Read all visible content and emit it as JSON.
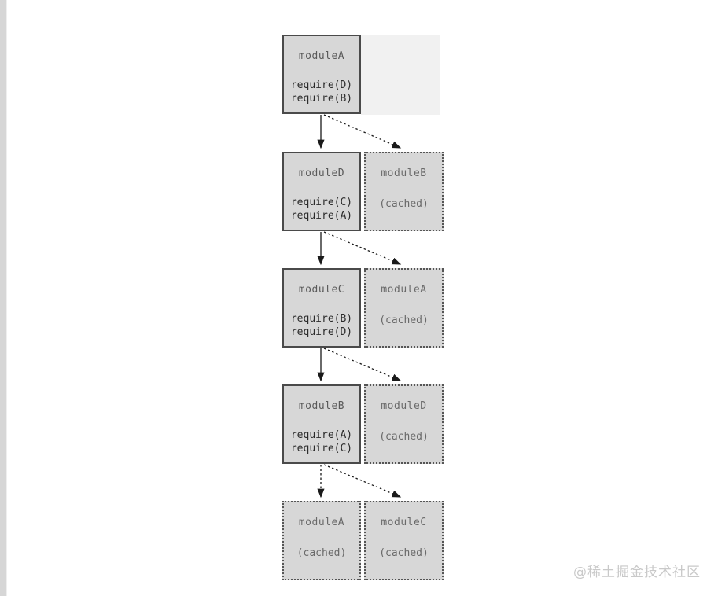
{
  "watermark": "@稀土掘金技术社区",
  "diagram": {
    "description": "module require resolution flow with cache",
    "rows": [
      {
        "main": {
          "title": "moduleA",
          "lines": [
            "require(D)",
            "require(B)"
          ],
          "cached": false
        },
        "side": null
      },
      {
        "main": {
          "title": "moduleD",
          "lines": [
            "require(C)",
            "require(A)"
          ],
          "cached": false
        },
        "side": {
          "title": "moduleB",
          "lines": [
            "(cached)"
          ],
          "cached": true
        }
      },
      {
        "main": {
          "title": "moduleC",
          "lines": [
            "require(B)",
            "require(D)"
          ],
          "cached": false
        },
        "side": {
          "title": "moduleA",
          "lines": [
            "(cached)"
          ],
          "cached": true
        }
      },
      {
        "main": {
          "title": "moduleB",
          "lines": [
            "require(A)",
            "require(C)"
          ],
          "cached": false
        },
        "side": {
          "title": "moduleD",
          "lines": [
            "(cached)"
          ],
          "cached": true
        }
      },
      {
        "main": {
          "title": "moduleA",
          "lines": [
            "(cached)"
          ],
          "cached": true
        },
        "side": {
          "title": "moduleC",
          "lines": [
            "(cached)"
          ],
          "cached": true
        }
      }
    ],
    "edges": [
      {
        "from": "moduleA",
        "to": "moduleD",
        "style": "solid"
      },
      {
        "from": "moduleA",
        "to": "moduleB (cached)",
        "style": "dotted"
      },
      {
        "from": "moduleD",
        "to": "moduleC",
        "style": "solid"
      },
      {
        "from": "moduleD",
        "to": "moduleA (cached)",
        "style": "dotted"
      },
      {
        "from": "moduleC",
        "to": "moduleB",
        "style": "solid"
      },
      {
        "from": "moduleC",
        "to": "moduleD (cached)",
        "style": "dotted"
      },
      {
        "from": "moduleB",
        "to": "moduleA (cached)",
        "style": "dotted"
      },
      {
        "from": "moduleB",
        "to": "moduleC (cached)",
        "style": "dotted"
      }
    ],
    "colors": {
      "box_fill": "#d7d7d7",
      "solid_border": "#4a4a4a",
      "dotted_border": "#555555",
      "arrow": "#1a1a1a",
      "watermark": "#c9c9c9",
      "edge_strip": "#d6d6d6"
    }
  }
}
